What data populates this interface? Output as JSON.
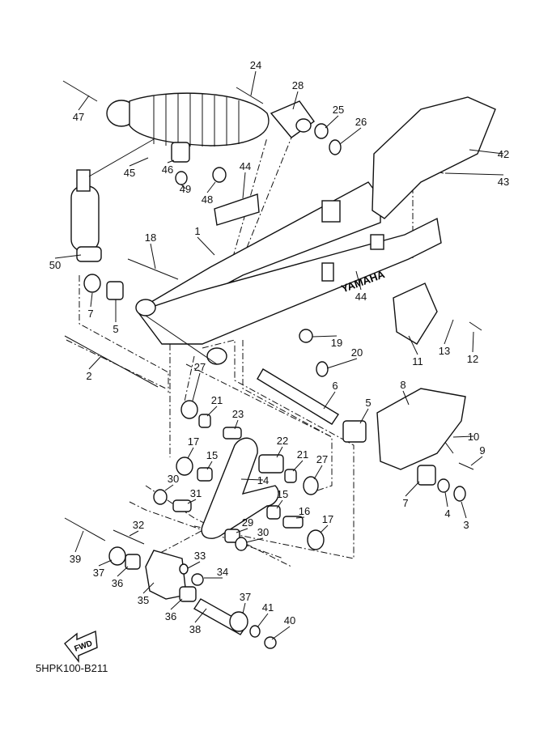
{
  "diagram": {
    "brand_marking": "YAMAHA",
    "fwd_marking": "FWD",
    "diagram_code": "5HPK100-B211",
    "callouts": [
      "47",
      "24",
      "28",
      "25",
      "26",
      "42",
      "43",
      "45",
      "46",
      "49",
      "48",
      "44",
      "1",
      "18",
      "50",
      "7",
      "5",
      "44",
      "11",
      "13",
      "12",
      "19",
      "20",
      "2",
      "6",
      "8",
      "5",
      "27",
      "21",
      "23",
      "22",
      "21",
      "27",
      "17",
      "15",
      "14",
      "30",
      "31",
      "15",
      "16",
      "17",
      "29",
      "30",
      "10",
      "9",
      "7",
      "4",
      "3",
      "39",
      "32",
      "37",
      "36",
      "33",
      "34",
      "35",
      "36",
      "37",
      "41",
      "38",
      "40"
    ]
  }
}
